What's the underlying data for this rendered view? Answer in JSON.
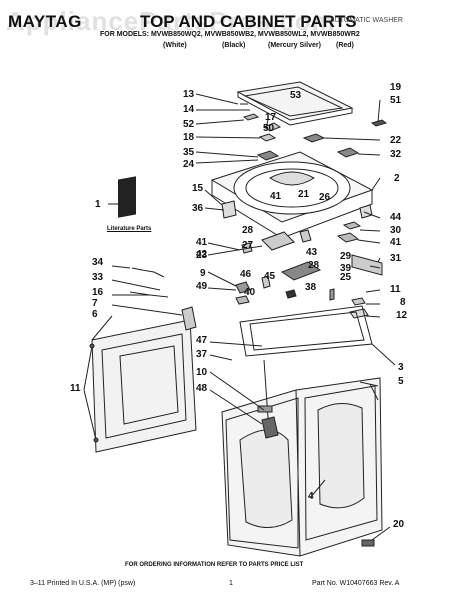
{
  "header": {
    "brand": "MAYTAG",
    "title": "TOP AND CABINET PARTS",
    "subtitle": "AUTOMATIC WASHER",
    "models_line": "FOR MODELS: MVWB850WQ2, MVWB850WB2, MVWB850WL2, MVWB850WR2",
    "colors": [
      "(White)",
      "(Black)",
      "(Mercury Silver)",
      "(Red)"
    ]
  },
  "watermark": "AppliancePartsPros.com",
  "literature_label": "Literature Parts",
  "footer": {
    "note": "FOR ORDERING INFORMATION REFER TO PARTS PRICE LIST",
    "printed": "3–11 Printed In U.S.A. (MP) (psw)",
    "page_number": "1",
    "part_no": "Part No. W10407663 Rev. A"
  },
  "callouts": [
    "53",
    "13",
    "14",
    "17",
    "19",
    "51",
    "52",
    "50",
    "18",
    "22",
    "35",
    "24",
    "32",
    "2",
    "21",
    "41",
    "26",
    "15",
    "36",
    "1",
    "44",
    "30",
    "28",
    "27",
    "41",
    "42",
    "43",
    "41",
    "23",
    "28",
    "29",
    "39",
    "31",
    "34",
    "9",
    "46",
    "45",
    "38",
    "25",
    "11",
    "49",
    "40",
    "33",
    "16",
    "8",
    "7",
    "6",
    "12",
    "47",
    "37",
    "3",
    "5",
    "10",
    "48",
    "11",
    "4",
    "20"
  ]
}
